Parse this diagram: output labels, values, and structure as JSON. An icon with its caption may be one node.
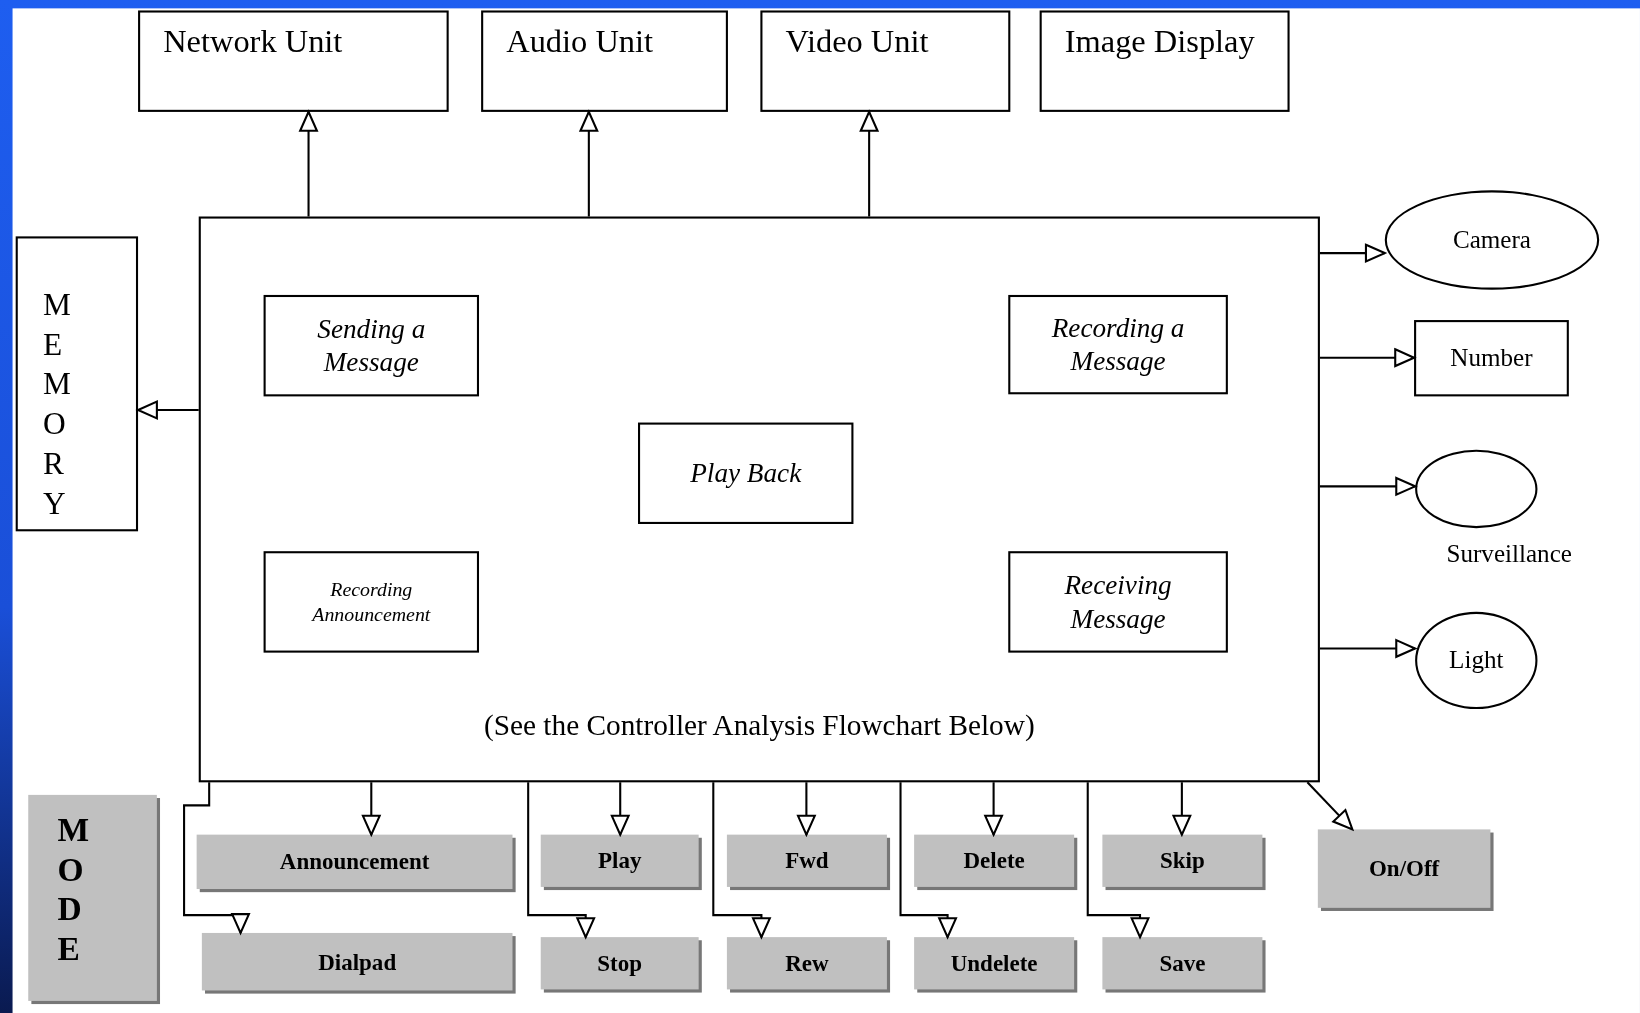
{
  "diagram": {
    "nodes": [
      {
        "text": [
          "Network Unit"
        ]
      },
      {
        "text": [
          "Audio Unit"
        ]
      },
      {
        "text": [
          "Video Unit"
        ]
      },
      {
        "text": [
          "Image Display"
        ]
      },
      {
        "text": [
          "MEMORY"
        ]
      },
      {
        "text": [
          "(See the Controller Analysis Flowchart Below)"
        ]
      },
      {
        "text": [
          "Sending a Message"
        ],
        "in": 5
      },
      {
        "text": [
          "Recording a Message"
        ],
        "in": 5
      },
      {
        "text": [
          "Play Back"
        ],
        "in": 5
      },
      {
        "text": [
          "Recording Announcement"
        ],
        "in": 5
      },
      {
        "text": [
          "Receiving Message"
        ],
        "in": 5
      },
      {
        "text": [
          "Camera"
        ]
      },
      {
        "text": [
          "Number"
        ]
      },
      {
        "text": [],
        "shape": "circle",
        "beside": [
          "Surveillance"
        ]
      },
      {
        "text": [
          "Light"
        ]
      },
      {
        "text": [
          "MODE"
        ]
      },
      {
        "text": [
          "Announcement"
        ]
      },
      {
        "text": [
          "Dialpad"
        ]
      },
      {
        "text": [
          "Play"
        ]
      },
      {
        "text": [
          "Stop"
        ]
      },
      {
        "text": [
          "Fwd"
        ]
      },
      {
        "text": [
          "Rew"
        ]
      },
      {
        "text": [
          "Delete"
        ]
      },
      {
        "text": [
          "Undelete"
        ]
      },
      {
        "text": [
          "Skip"
        ]
      },
      {
        "text": [
          "Save"
        ]
      },
      {
        "text": [
          "On/Off"
        ]
      }
    ],
    "edges": [
      {
        "from": 5,
        "to": 0,
        "arrow": "to"
      },
      {
        "from": 5,
        "to": 1,
        "arrow": "to"
      },
      {
        "from": 5,
        "to": 2,
        "arrow": "to"
      },
      {
        "from": 5,
        "to": 4,
        "arrow": "to"
      },
      {
        "from": 5,
        "to": 11,
        "arrow": "to"
      },
      {
        "from": 5,
        "to": 12,
        "arrow": "to"
      },
      {
        "from": 5,
        "to": 13,
        "arrow": "to"
      },
      {
        "from": 5,
        "to": 14,
        "arrow": "to"
      },
      {
        "from": 5,
        "to": 16,
        "arrow": "to"
      },
      {
        "from": 5,
        "to": 17,
        "arrow": "to"
      },
      {
        "from": 5,
        "to": 18,
        "arrow": "to"
      },
      {
        "from": 5,
        "to": 19,
        "arrow": "to"
      },
      {
        "from": 5,
        "to": 20,
        "arrow": "to"
      },
      {
        "from": 5,
        "to": 21,
        "arrow": "to"
      },
      {
        "from": 5,
        "to": 22,
        "arrow": "to"
      },
      {
        "from": 5,
        "to": 23,
        "arrow": "to"
      },
      {
        "from": 5,
        "to": 24,
        "arrow": "to"
      },
      {
        "from": 5,
        "to": 25,
        "arrow": "to"
      },
      {
        "from": 5,
        "to": 26,
        "arrow": "to"
      }
    ]
  }
}
